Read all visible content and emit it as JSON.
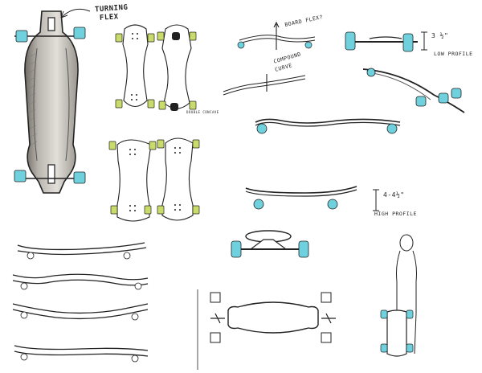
{
  "annotations": {
    "turning_flex_line1": "TURNING",
    "turning_flex_line2": "FLEX",
    "board_flex": "BOARD FLEX?",
    "compound_curve_line1": "COMPOUND",
    "compound_curve_line2": "CURVE",
    "low_dimension": "3 ½\"",
    "low_profile": "LOW PROFILE",
    "high_dimension": "4-4½\"",
    "high_profile": "HIGH PROFILE",
    "double_concave": "DOUBLE CONCAVE"
  },
  "colors": {
    "paper": "#ffffff",
    "ink": "#222222",
    "wheel_blue": "#6fd1dd",
    "wheel_lime": "#c9db6a",
    "deck_grey": "#d2cfca",
    "deck_shadow": "#8c8780"
  }
}
